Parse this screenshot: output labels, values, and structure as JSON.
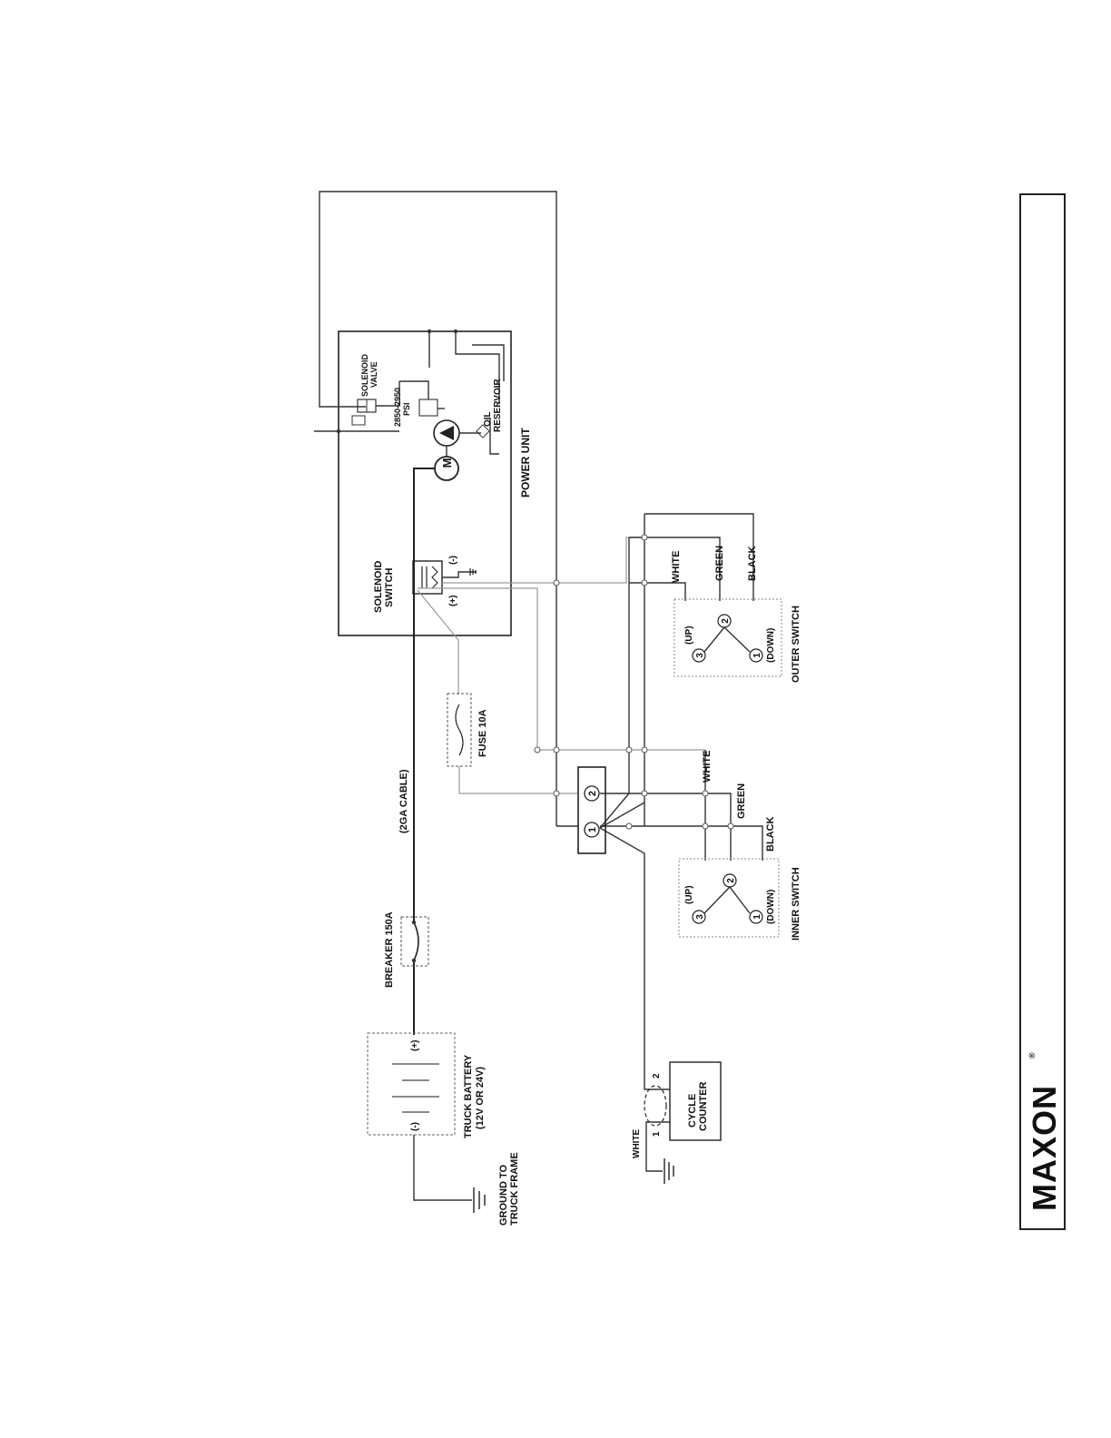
{
  "labels": {
    "solenoid_valve": [
      "SOLENOID",
      "VALVE"
    ],
    "psi": [
      "2850-2950",
      "PSI"
    ],
    "oil_reservoir": [
      "OIL",
      "RESERVOIR"
    ],
    "power_unit": "POWER UNIT",
    "solenoid_switch": [
      "SOLENOID",
      "SWITCH"
    ],
    "sw_minus": "(-)",
    "sw_plus": "(+)",
    "fuse": "FUSE 10A",
    "cable": "(2GA CABLE)",
    "breaker": "BREAKER 150A",
    "battery": [
      "TRUCK BATTERY",
      "(12V OR  24V)"
    ],
    "bat_plus": "(+)",
    "bat_minus": "(-)",
    "ground": [
      "GROUND TO",
      "TRUCK FRAME"
    ],
    "cycle_counter": [
      "CYCLE",
      "COUNTER"
    ],
    "cc_pin1": "1",
    "cc_pin2": "2",
    "cc_wire": "WHITE",
    "outer_switch": "OUTER SWITCH",
    "inner_switch": "INNER SWITCH",
    "up": "(UP)",
    "down": "(DOWN)",
    "pin1": "1",
    "pin2": "2",
    "pin3": "3",
    "white": "WHITE",
    "green": "GREEN",
    "black": "BLACK",
    "terminal_1": "1",
    "terminal_2": "2",
    "motor": "M"
  },
  "footer": {
    "brand": "MAXON",
    "registered": "®"
  }
}
